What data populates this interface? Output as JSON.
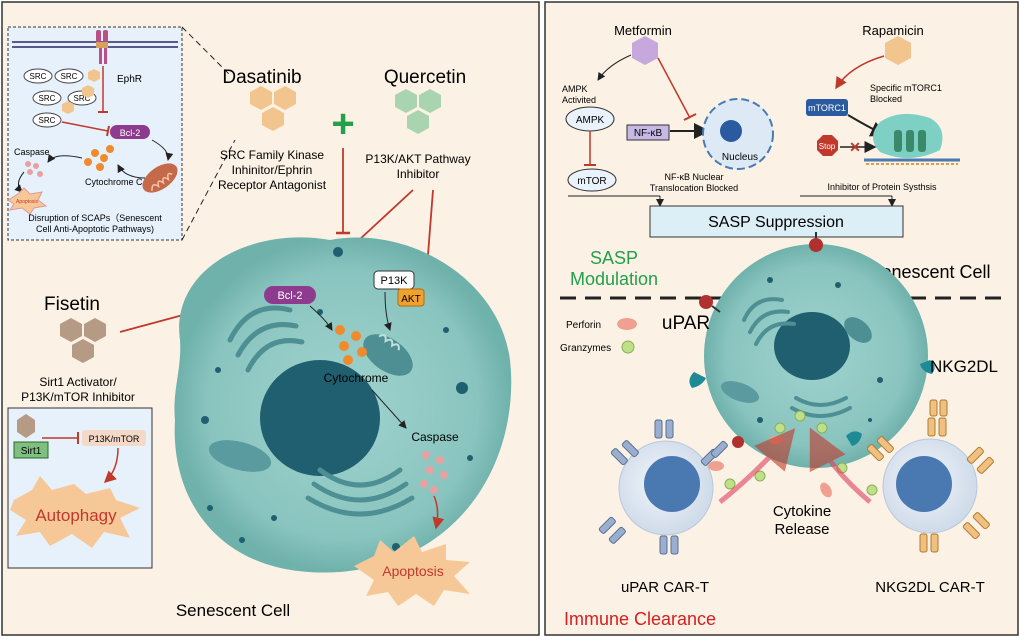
{
  "left_panel": {
    "inset": {
      "receptor": "EphR",
      "src_labels": [
        "SRC",
        "SRC",
        "SRC",
        "SRC",
        "SRC"
      ],
      "bcl2": "Bcl-2",
      "caspase": "Caspase",
      "cytochrome": "Cytochrome C",
      "apoptosis": "Apoptosis",
      "caption_line1": "Disruption of SCAPs（Senescent",
      "caption_line2": "Cell Anti-Apoptotic Pathways)"
    },
    "dasatinib": {
      "name": "Dasatinib",
      "desc_line1": "SRC Family Kinase",
      "desc_line2": "Inhinitor/Ephrin",
      "desc_line3": "Receptor Antagonist"
    },
    "plus": "+",
    "quercetin": {
      "name": "Quercetin",
      "desc_line1": "P13K/AKT Pathway",
      "desc_line2": "Inhibitor"
    },
    "fisetin": {
      "name": "Fisetin",
      "desc_line1": "Sirt1 Activator/",
      "desc_line2": "P13K/mTOR Inhibitor"
    },
    "autophagy_box": {
      "sirt1": "Sirt1",
      "p13k_mtor": "P13K/mTOR",
      "autophagy": "Autophagy"
    },
    "cell": {
      "bcl2": "Bcl-2",
      "p13k": "P13K",
      "akt": "AKT",
      "cytochrome": "Cytochrome",
      "caspase": "Caspase",
      "apoptosis": "Apoptosis",
      "label": "Senescent Cell"
    }
  },
  "right_panel": {
    "metformin": "Metformin",
    "rapamicin": "Rapamicin",
    "ampk_activated_line1": "AMPK",
    "ampk_activated_line2": "Activited",
    "ampk": "AMPK",
    "nfkb": "NF-κB",
    "nucleus": "Nucleus",
    "mtor": "mTOR",
    "nfkb_blocked_line1": "NF-κB Nuclear",
    "nfkb_blocked_line2": "Translocation Blocked",
    "mtorc1_blocked_line1": "Specific mTORC1",
    "mtorc1_blocked_line2": "Blocked",
    "mtorc1": "mTORC1",
    "stop": "Stop",
    "protein_inhibitor": "Inhibitor of Protein Systhsis",
    "sasp_suppression": "SASP Suppression",
    "sasp_modulation_line1": "SASP",
    "sasp_modulation_line2": "Modulation",
    "senescent_cell": "Senescent Cell",
    "perforin": "Perforin",
    "granzymes": "Granzymes",
    "upar": "uPAR",
    "nkg2dl": "NKG2DL",
    "cytokine_line1": "Cytokine",
    "cytokine_line2": "Release",
    "upar_cart": "uPAR CAR-T",
    "nkg2dl_cart": "NKG2DL CAR-T",
    "immune_clearance": "Immune Clearance"
  },
  "colors": {
    "panel_bg": "#fbf1e4",
    "panel_border": "#333333",
    "cell": "#8fc9c4",
    "nucleus": "#1f5f6f",
    "bcl2": "#8e3a8e",
    "akt": "#f0a02c",
    "inhibit": "#c0392b",
    "dasatinib_hex": "#f2c58f",
    "quercetin_hex": "#a8d5b0",
    "fisetin_hex": "#b59a86",
    "metformin_hex": "#c7a8dc",
    "green_text": "#22a04a",
    "red_text": "#d42020",
    "sasp_box": "#dceef6"
  }
}
